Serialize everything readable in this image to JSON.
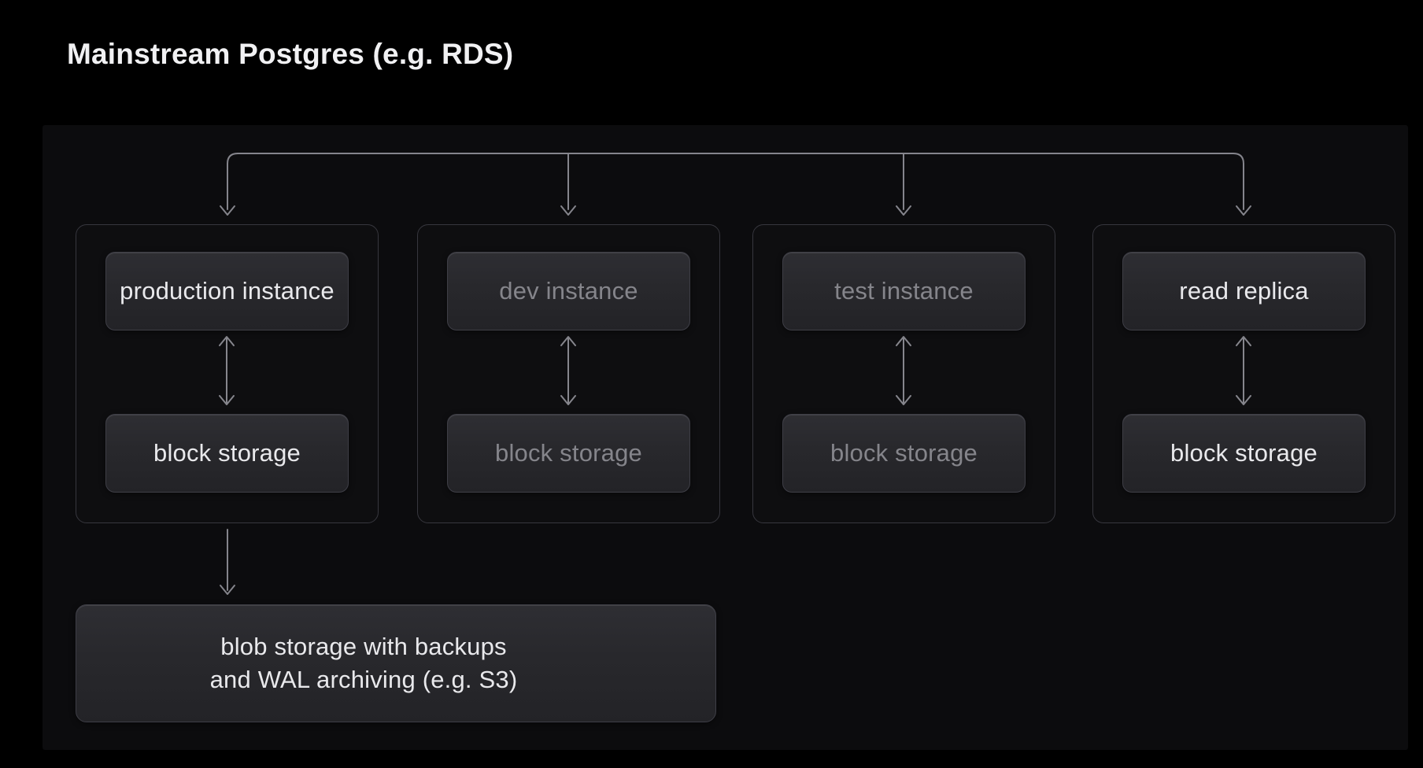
{
  "title": "Mainstream Postgres (e.g. RDS)",
  "groups": [
    {
      "name": "production",
      "instance_label": "production instance",
      "storage_label": "block storage",
      "emphasis": "bright"
    },
    {
      "name": "dev",
      "instance_label": "dev instance",
      "storage_label": "block storage",
      "emphasis": "dim"
    },
    {
      "name": "test",
      "instance_label": "test instance",
      "storage_label": "block storage",
      "emphasis": "dim"
    },
    {
      "name": "read-replica",
      "instance_label": "read replica",
      "storage_label": "block storage",
      "emphasis": "bright"
    }
  ],
  "blob_storage": {
    "label_line1": "blob storage with backups",
    "label_line2": "and WAL archiving (e.g. S3)"
  },
  "connections": {
    "rail_targets": [
      "production",
      "dev",
      "test",
      "read-replica"
    ],
    "group_internal": "bidirectional arrow between instance and block storage",
    "blob_link": "production group down to blob storage"
  },
  "colors": {
    "background": "#000000",
    "panel": "#0c0c0e",
    "container_border": "#37373e",
    "node_background_top": "#2e2e33",
    "node_background_bottom": "#232327",
    "node_border": "#3e3e46",
    "bright_text": "#e9e9ec",
    "dim_text": "#85858b",
    "connector": "#85858c",
    "title_text": "#f1f1f3"
  }
}
